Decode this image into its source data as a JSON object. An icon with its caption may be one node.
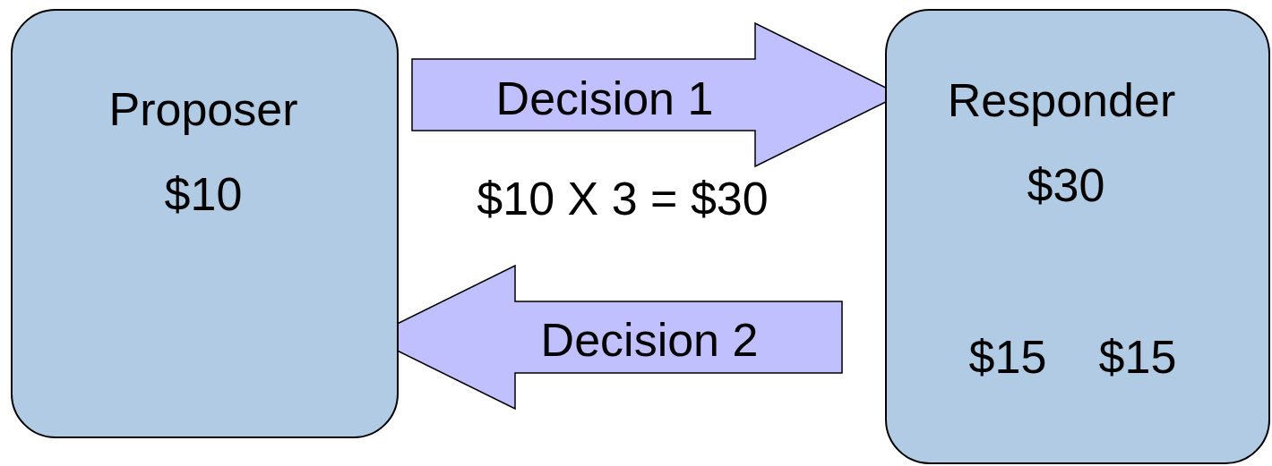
{
  "diagram": {
    "nodes": [
      {
        "text": [
          "Proposer",
          "$10"
        ]
      },
      {
        "text": [
          "Responder",
          "$30",
          "$15",
          "$15"
        ]
      }
    ],
    "edges": [
      {
        "from": 0,
        "to": 1,
        "arrow": "to",
        "label": "Decision 1"
      },
      {
        "from": 1,
        "to": 0,
        "arrow": "to",
        "label": "Decision 2"
      }
    ],
    "labels": [
      "$10 X 3 = $30"
    ]
  }
}
